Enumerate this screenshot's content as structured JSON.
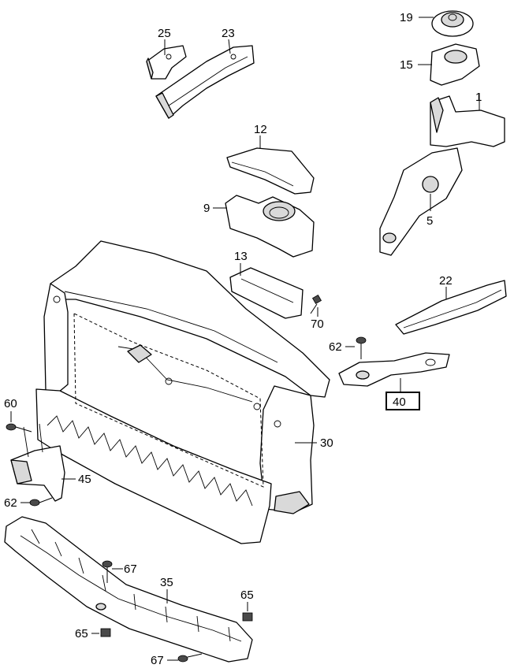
{
  "labels": {
    "p1": "1",
    "p5": "5",
    "p9": "9",
    "p12": "12",
    "p13": "13",
    "p15": "15",
    "p19": "19",
    "p22": "22",
    "p23": "23",
    "p25": "25",
    "p30": "30",
    "p35": "35",
    "p40": "40",
    "p45": "45",
    "p60": "60",
    "p62a": "62",
    "p62b": "62",
    "p65a": "65",
    "p65b": "65",
    "p67a": "67",
    "p67b": "67",
    "p70": "70"
  },
  "highlighted_part": "40"
}
